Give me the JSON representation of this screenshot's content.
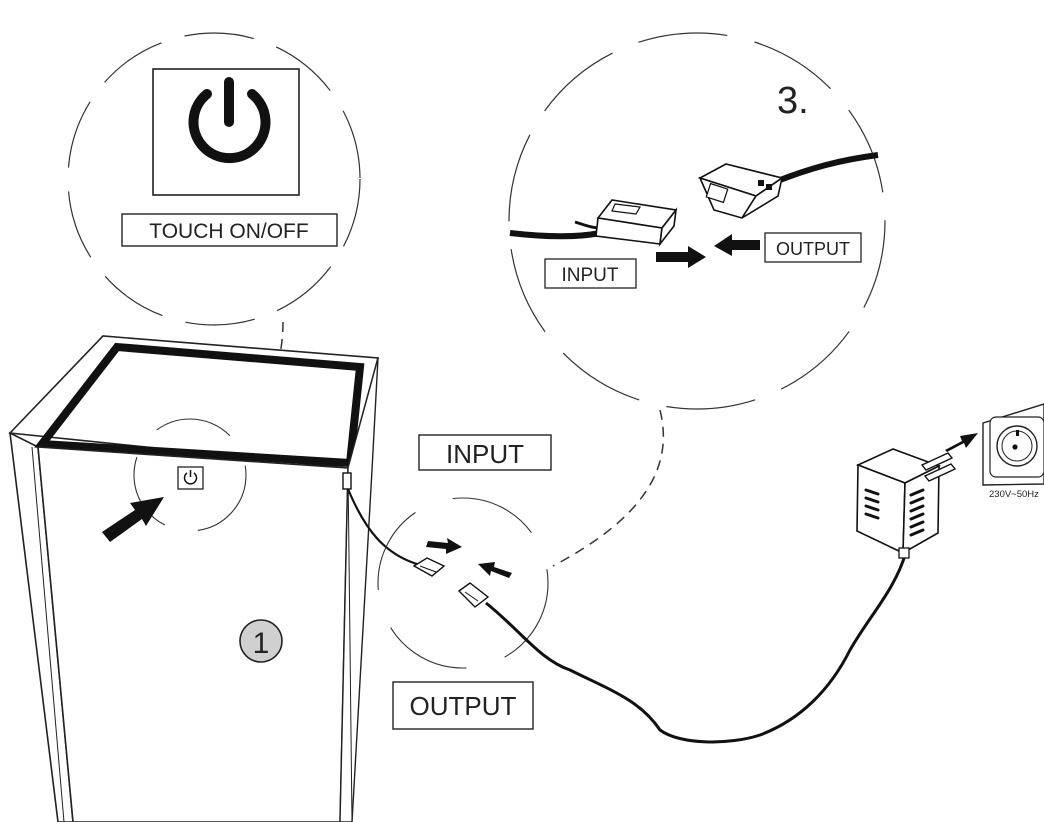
{
  "power_callout": {
    "label": "TOUCH ON/OFF",
    "icon": "power-icon"
  },
  "connector_callout": {
    "step": "3.",
    "input_label": "INPUT",
    "output_label": "OUTPUT"
  },
  "cabinet": {
    "number": "1",
    "arrow_icon": "push-arrow-icon"
  },
  "connection": {
    "input_label": "INPUT",
    "output_label": "OUTPUT"
  },
  "socket": {
    "voltage": "230V~50Hz",
    "icon": "wall-socket-icon"
  },
  "colors": {
    "line": "#222222",
    "background": "#ffffff"
  }
}
